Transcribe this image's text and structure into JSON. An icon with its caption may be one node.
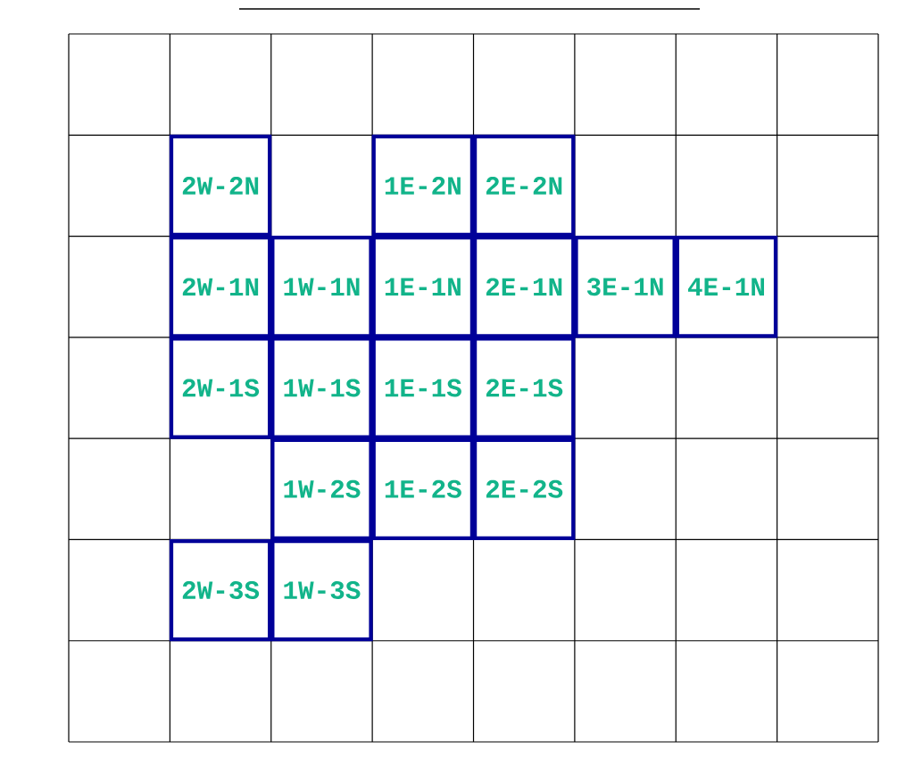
{
  "diagram": {
    "nodes": [
      {
        "text": [
          "2W-2N"
        ]
      },
      {
        "text": [
          "1E-2N"
        ]
      },
      {
        "text": [
          "2E-2N"
        ]
      },
      {
        "text": [
          "2W-1N"
        ]
      },
      {
        "text": [
          "1W-1N"
        ]
      },
      {
        "text": [
          "1E-1N"
        ]
      },
      {
        "text": [
          "2E-1N"
        ]
      },
      {
        "text": [
          "3E-1N"
        ]
      },
      {
        "text": [
          "4E-1N"
        ]
      },
      {
        "text": [
          "2W-1S"
        ]
      },
      {
        "text": [
          "1W-1S"
        ]
      },
      {
        "text": [
          "1E-1S"
        ]
      },
      {
        "text": [
          "2E-1S"
        ]
      },
      {
        "text": [
          "1W-2S"
        ]
      },
      {
        "text": [
          "1E-2S"
        ]
      },
      {
        "text": [
          "2E-2S"
        ]
      },
      {
        "text": [
          "2W-3S"
        ]
      },
      {
        "text": [
          "1W-3S"
        ]
      }
    ]
  }
}
